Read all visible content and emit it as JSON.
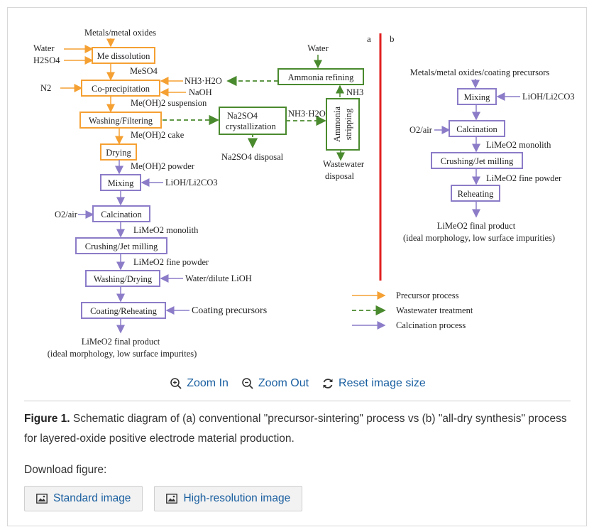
{
  "figure": {
    "panel_labels": {
      "a": "a",
      "b": "b"
    },
    "colors": {
      "precursor": "#f5a033",
      "wastewater": "#4a8a2e",
      "calcination": "#8c7cc8",
      "separator": "#e02020"
    },
    "left": {
      "metals": "Metals/metal oxides",
      "water_in": "Water",
      "h2so4": "H2SO4",
      "me_dissolution": "Me dissolution",
      "meso4": "MeSO4",
      "n2": "N2",
      "co_precipitation": "Co-precipitation",
      "nh3h2o_out": "NH3·H2O",
      "naoh": "NaOH",
      "meoh_suspension": "Me(OH)2 suspension",
      "washing_filtering": "Washing/Filtering",
      "meoh_cake": "Me(OH)2 cake",
      "drying": "Drying",
      "meoh_powder": "Me(OH)2 powder",
      "mixing": "Mixing",
      "lioh": "LiOH/Li2CO3",
      "o2air": "O2/air",
      "calcination": "Calcination",
      "limeo2_monolith": "LiMeO2 monolith",
      "crushing": "Crushing/Jet milling",
      "limeo2_fine": "LiMeO2 fine powder",
      "washing_drying": "Washing/Drying",
      "water_lioh": "Water/dilute LiOH",
      "coating_reheating": "Coating/Reheating",
      "coating_precursors": "Coating precursors",
      "final_product": "LiMeO2 final product",
      "final_note": "(ideal morphology, low surface impurites)"
    },
    "middle": {
      "water": "Water",
      "ammonia_refining": "Ammonia refining",
      "nh3": "NH3",
      "na2so4": "Na2SO4",
      "crystallization": "crystallization",
      "nh3h2o": "NH3·H2O",
      "ammonia": "Ammonia",
      "stripping": "stripping",
      "na2so4_disposal": "Na2SO4 disposal",
      "wastewater": "Wastewater",
      "disposal": "disposal"
    },
    "right": {
      "metals": "Metals/metal oxides/coating precursors",
      "mixing": "Mixing",
      "lioh": "LiOH/Li2CO3",
      "o2air": "O2/air",
      "calcination": "Calcination",
      "limeo2_monolith": "LiMeO2 monolith",
      "crushing": "Crushing/Jet milling",
      "limeo2_fine": "LiMeO2 fine powder",
      "reheating": "Reheating",
      "final_product": "LiMeO2 final product",
      "final_note": "(ideal morphology, low surface impurities)"
    },
    "legend": {
      "precursor": "Precursor process",
      "wastewater": "Wastewater treatment",
      "calcination": "Calcination process"
    }
  },
  "zoom": {
    "zoom_in": "Zoom In",
    "zoom_out": "Zoom Out",
    "reset": "Reset image size"
  },
  "caption": {
    "label": "Figure 1.",
    "text": " Schematic diagram of (a) conventional \"precursor-sintering\" process vs (b) \"all-dry synthesis\" process for layered-oxide positive electrode material production."
  },
  "download": {
    "label": "Download figure:",
    "standard": "Standard image",
    "high_res": "High-resolution image"
  }
}
